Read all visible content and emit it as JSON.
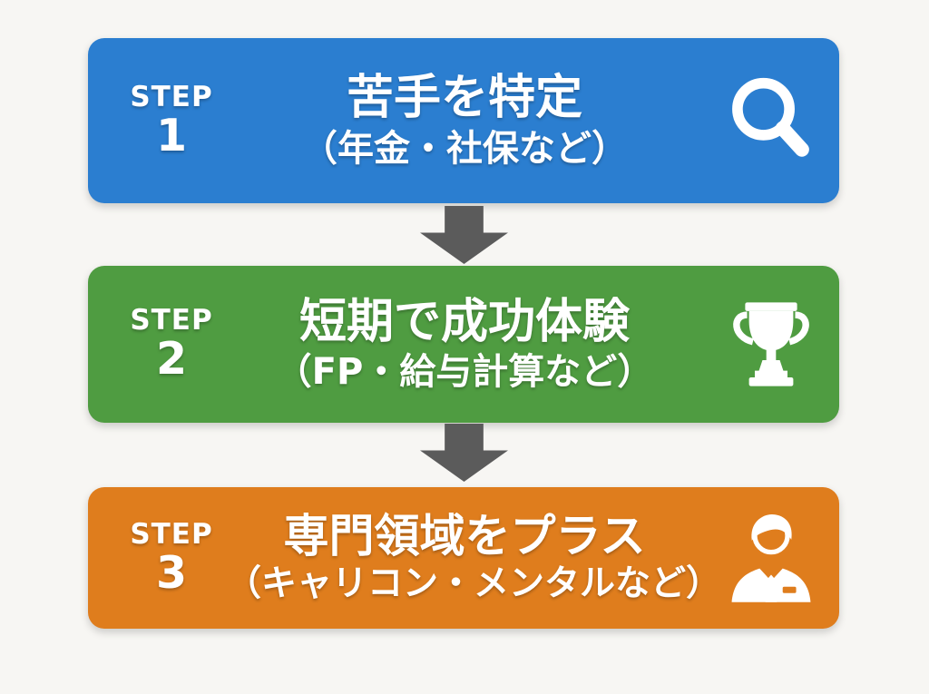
{
  "page": {
    "background_color": "#f7f6f3",
    "description": "3-step roadmap infographic"
  },
  "arrow": {
    "color": "#5b5b5b",
    "direction": "down"
  },
  "steps": [
    {
      "label": "STEP",
      "number": "1",
      "title": "苦手を特定",
      "subtitle": "（年金・社保など）",
      "color": "#2b7ed0",
      "icon": "magnifier-icon"
    },
    {
      "label": "STEP",
      "number": "2",
      "title": "短期で成功体験",
      "subtitle": "（FP・給与計算など）",
      "color": "#4f9c41",
      "icon": "trophy-icon"
    },
    {
      "label": "STEP",
      "number": "3",
      "title": "専門領域をプラス",
      "subtitle": "（キャリコン・メンタルなど）",
      "color": "#df7d1d",
      "icon": "businessman-icon"
    }
  ]
}
